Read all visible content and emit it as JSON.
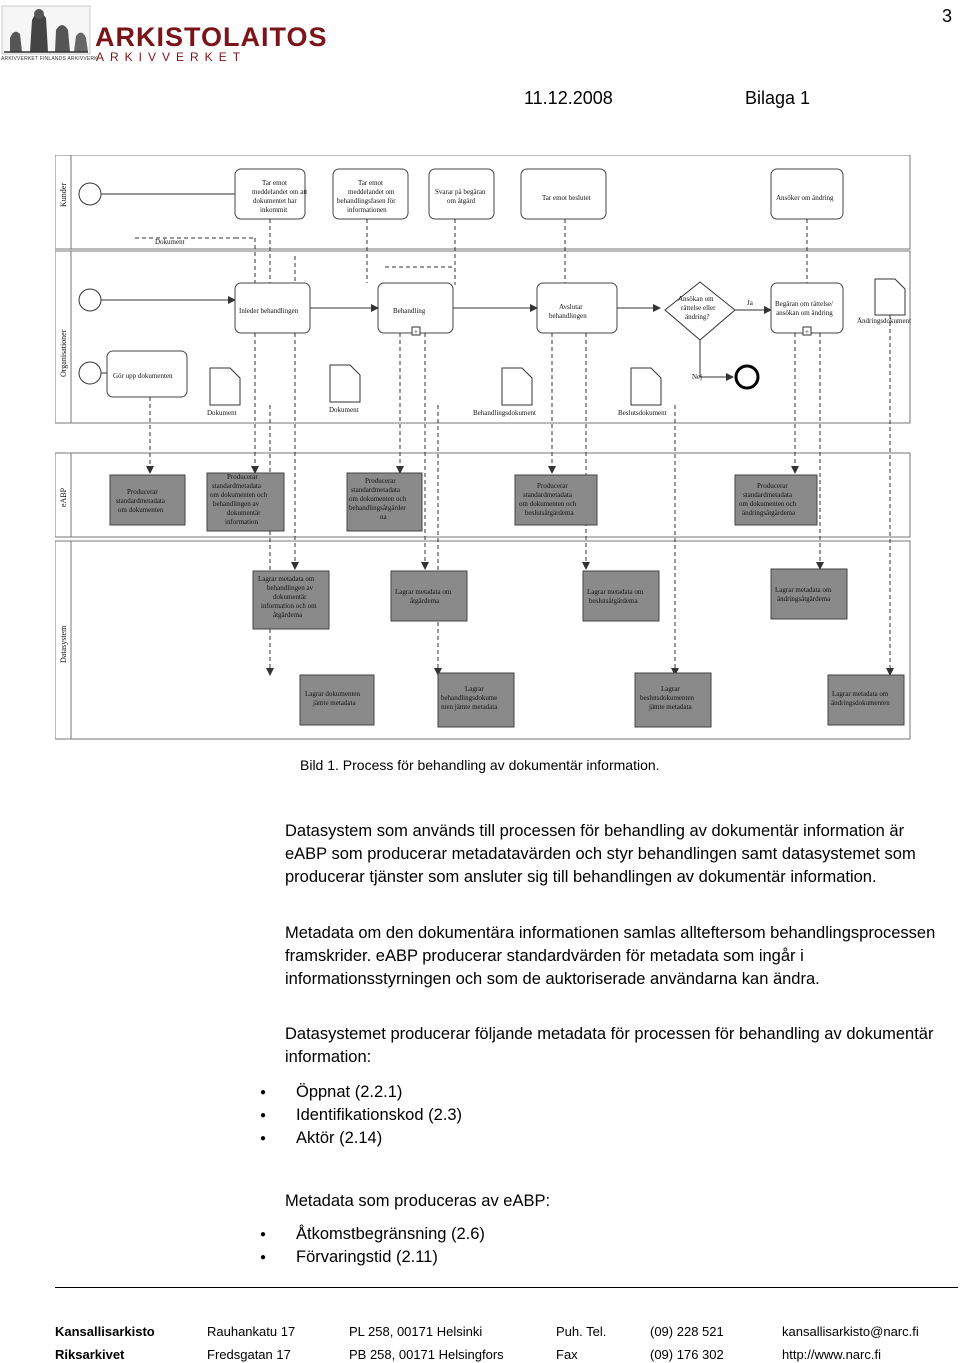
{
  "page_number": "3",
  "header": {
    "logo_main": "ARKISTOLAITOS",
    "logo_sub": "ARKIVVERKET",
    "logo_tiny": "ARKIVVERKET FINLANDS ARKIVVERK",
    "date": "11.12.2008",
    "bilaga": "Bilaga 1"
  },
  "diagram": {
    "lanes": [
      "Kunder",
      "Organisationer",
      "eABP",
      "Datasystem"
    ],
    "customer_tasks": [
      "Tar emot meddelandet om att dokumentet har inkommit",
      "Tar emot meddelandet om behandlingsfasen för informationen",
      "Svarar på begäran om åtgärd",
      "Tar emot beslutet",
      "Ansöker om ändring"
    ],
    "doc_label_top": "Dokument",
    "org_tasks": [
      "Inleder behandlingen",
      "Behandling",
      "Avslutar behandlingen",
      "Ansökan om rättelse eller ändring?",
      "Begäran om rättelse/ ansökan om ändring"
    ],
    "start_task": "Gör upp dokumenten",
    "gateway_yes": "Ja",
    "gateway_no": "Nej",
    "docs": [
      "Dokument",
      "Dokument",
      "Behandlingsdokument",
      "Beslutsdokument",
      "Ändringsdokument"
    ],
    "eabp_tasks": [
      "Producerar standardmetadata om dokumenten",
      "Producerar standardmetadata om dokumenten och behandlingen av dokumentär information",
      "Producerar standardmetadata om dokumenten och behandlingsåtgärder na",
      "Producerar standardmetadata om dokumenten och beslutsåtgärdema",
      "Producerar standardmetadata om dokumenten och ändringsåtgärdema"
    ],
    "ds_tasks_upper": [
      "Lagrar metadata om behandlingen av dokumentär information och om åtgärdema",
      "Lagrar metadata om åtgärdema",
      "Lagrar metadata om beslutsåtgärdema",
      "Lagrar metadata om ändringsåtgärdema"
    ],
    "ds_tasks_lower": [
      "Lagrar dokumenten jämte metadata",
      "Lagrar behandlingsdokume nten jämte metadata",
      "Lagrar beslutsdokumenten jämte metadata",
      "Lagrar metadata om ändringsdokumenten"
    ]
  },
  "caption": "Bild 1. Process för behandling av dokumentär information.",
  "body": {
    "p1": "Datasystem som används till processen för behandling av dokumentär information är eABP som producerar metadatavärden och styr behandlingen samt datasystemet som producerar tjänster som ansluter sig till behandlingen av dokumentär information.",
    "p2": "Metadata om den dokumentära informationen samlas allteftersom behandlingsprocessen framskrider. eABP producerar standardvärden för metadata som ingår i informationsstyrningen och som de auktoriserade användarna kan ändra.",
    "p3": "Datasystemet producerar följande metadata för processen för behandling av dokumentär information:",
    "list1": [
      "Öppnat (2.2.1)",
      "Identifikationskod (2.3)",
      "Aktör (2.14)"
    ],
    "p4": "Metadata som produceras av eABP:",
    "list2": [
      "Åtkomstbegränsning (2.6)",
      "Förvaringstid (2.11)"
    ]
  },
  "footer": {
    "row1": [
      "Kansallisarkisto",
      "Rauhankatu 17",
      "PL 258,  00171 Helsinki",
      "Puh. Tel.",
      "(09) 228 521",
      "kansallisarkisto@narc.fi"
    ],
    "row2": [
      "Riksarkivet",
      "Fredsgatan 17",
      "PB 258,  00171 Helsingfors",
      "Fax",
      "(09) 176 302",
      "http://www.narc.fi"
    ]
  }
}
